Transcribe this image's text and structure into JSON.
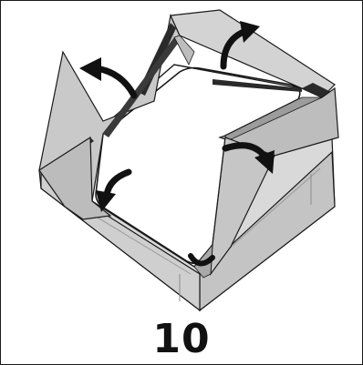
{
  "step": {
    "number": "10"
  },
  "illustration": {
    "subject": "folding-box-flaps-outward",
    "arrows": [
      "top-left-flap-arrow",
      "top-right-flap-arrow",
      "right-flap-arrow",
      "bottom-left-flap-arrow",
      "bottom-corner-arrow"
    ],
    "colors": {
      "outline": "#1a1a1a",
      "paper": "#ffffff",
      "gray-light": "#e2e2e2",
      "gray-mid": "#c6c6c6",
      "gray-dark": "#a9a9a9",
      "gray-shadow": "#8e8e8e"
    }
  }
}
